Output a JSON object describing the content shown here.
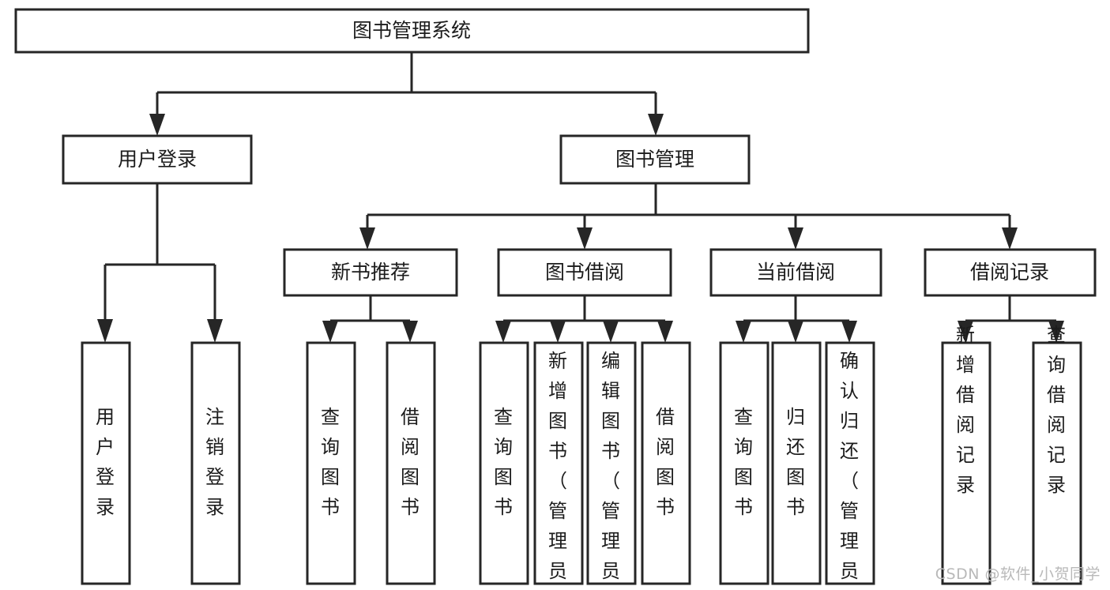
{
  "diagram": {
    "type": "tree-flowchart",
    "title": "图书管理系统",
    "watermark": "CSDN @软件_小贺同学",
    "colors": {
      "stroke": "#262626",
      "fill": "#ffffff",
      "text": "#1c1c1c",
      "watermark": "#b9b9b9",
      "background": "#ffffff"
    },
    "levels": {
      "root": {
        "label": "图书管理系统"
      },
      "level2": [
        {
          "id": "user-login",
          "label": "用户登录"
        },
        {
          "id": "book-manage",
          "label": "图书管理"
        }
      ],
      "level3": [
        {
          "id": "new-book-recommend",
          "label": "新书推荐",
          "parent": "book-manage"
        },
        {
          "id": "book-borrow",
          "label": "图书借阅",
          "parent": "book-manage"
        },
        {
          "id": "current-borrow",
          "label": "当前借阅",
          "parent": "book-manage"
        },
        {
          "id": "borrow-record",
          "label": "借阅记录",
          "parent": "book-manage"
        }
      ],
      "leaves": {
        "user-login": [
          {
            "id": "leaf-user-login",
            "label": "用户登录"
          },
          {
            "id": "leaf-logout",
            "label": "注销登录"
          }
        ],
        "new-book-recommend": [
          {
            "id": "leaf-query-book-1",
            "label": "查询图书"
          },
          {
            "id": "leaf-borrow-book-1",
            "label": "借阅图书"
          }
        ],
        "book-borrow": [
          {
            "id": "leaf-query-book-2",
            "label": "查询图书"
          },
          {
            "id": "leaf-add-book",
            "label": "新增图书（管理员）"
          },
          {
            "id": "leaf-edit-book",
            "label": "编辑图书（管理员）"
          },
          {
            "id": "leaf-borrow-book-2",
            "label": "借阅图书"
          }
        ],
        "current-borrow": [
          {
            "id": "leaf-query-book-3",
            "label": "查询图书"
          },
          {
            "id": "leaf-return-book",
            "label": "归还图书"
          },
          {
            "id": "leaf-confirm-return",
            "label": "确认归还（管理员）"
          }
        ],
        "borrow-record": [
          {
            "id": "leaf-add-record",
            "label": "新增借阅记录"
          },
          {
            "id": "leaf-query-record",
            "label": "查询借阅记录"
          }
        ]
      }
    }
  }
}
